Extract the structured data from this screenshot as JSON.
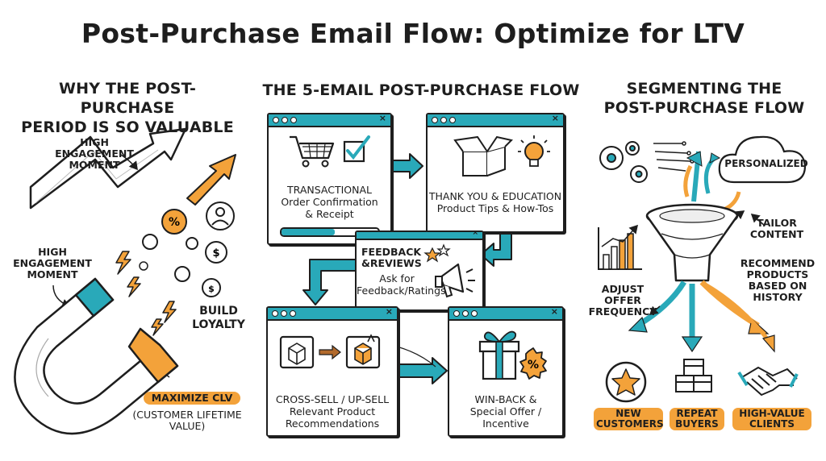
{
  "title": "Post-Purchase Email Flow: Optimize for LTV",
  "colors": {
    "teal": "#29a9b9",
    "orange": "#f3a23a",
    "ink": "#1e1e1e"
  },
  "left": {
    "title_l1": "WHY THE POST-PURCHASE",
    "title_l2": "PERIOD IS SO VALUABLE",
    "label_top_l1": "HIGH",
    "label_top_l2": "ENGAGEMENT",
    "label_top_l3": "MOMENT",
    "label_mid_l1": "HIGH",
    "label_mid_l2": "ENGAGEMENT",
    "label_mid_l3": "MOMENT",
    "build_l1": "BUILD",
    "build_l2": "LOYALTY",
    "maximize": "MAXIMIZE CLV",
    "clv_l1": "(CUSTOMER LIFETIME",
    "clv_l2": "VALUE)",
    "icons": [
      "trend-arrow-icon",
      "percent-coin-icon",
      "user-avatar-icon",
      "dollar-coin-icon",
      "magnet-icon",
      "lightning-icon"
    ]
  },
  "middle": {
    "title": "THE 5-EMAIL POST-PURCHASE FLOW",
    "email1_l1": "TRANSACTIONAL",
    "email1_l2": "Order Confirmation",
    "email1_l3": "& Receipt",
    "email2_l1": "THANK YOU & EDUCATION",
    "email2_l2": "Product Tips & How-Tos",
    "email3_l1": "FEEDBACK",
    "email3_l2": "&REVIEWS",
    "email3_l3": "Ask for",
    "email3_l4": "Feedback/Ratings",
    "email4_l1": "CROSS-SELL / UP-SELL",
    "email4_l2": "Relevant Product",
    "email4_l3": "Recommendations",
    "email5_l1": "WIN-BACK &",
    "email5_l2": "Special Offer /",
    "email5_l3": "Incentive",
    "close_glyph": "×",
    "icons": [
      "shopping-cart-icon",
      "checkbox-icon",
      "open-box-icon",
      "lightbulb-icon",
      "stars-icon",
      "megaphone-icon",
      "box-icon",
      "gift-icon",
      "percent-badge-icon"
    ]
  },
  "right": {
    "title_l1": "SEGMENTING THE",
    "title_l2": "POST-PURCHASE FLOW",
    "personalized": "PERSONALIZED",
    "tailor_l1": "TAILOR",
    "tailor_l2": "CONTENT",
    "recommend_l1": "RECOMMEND",
    "recommend_l2": "PRODUCTS",
    "recommend_l3": "BASED ON",
    "recommend_l4": "HISTORY",
    "adjust_l1": "ADJUST",
    "adjust_l2": "OFFER",
    "adjust_l3": "FREQUENCY",
    "seg1_l1": "NEW",
    "seg1_l2": "CUSTOMERS",
    "seg2_l1": "REPEAT",
    "seg2_l2": "BUYERS",
    "seg3_l1": "HIGH-VALUE",
    "seg3_l2": "CLIENTS",
    "icons": [
      "gears-icon",
      "cloud-icon",
      "bar-chart-icon",
      "funnel-icon",
      "star-icon",
      "boxes-icon",
      "handshake-icon"
    ]
  }
}
